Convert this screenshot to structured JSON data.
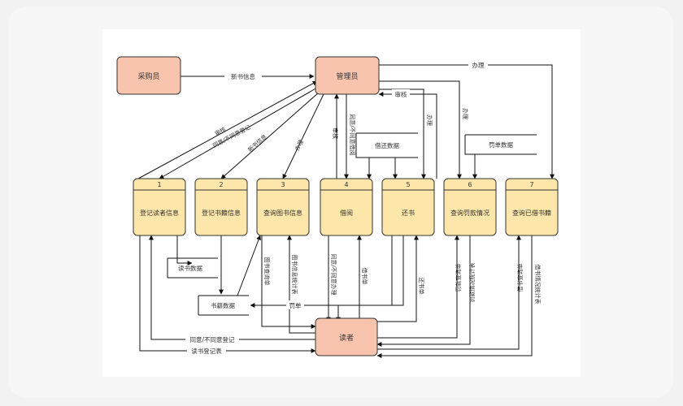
{
  "entities": {
    "purchaser": "采购员",
    "admin": "管理员",
    "reader": "读者"
  },
  "processes": [
    {
      "num": "1",
      "label": "登记读者信息"
    },
    {
      "num": "2",
      "label": "登记书籍信息"
    },
    {
      "num": "3",
      "label": "查询图书信息"
    },
    {
      "num": "4",
      "label": "借阅"
    },
    {
      "num": "5",
      "label": "还书"
    },
    {
      "num": "6",
      "label": "查询罚款情况"
    },
    {
      "num": "7",
      "label": "查询已借书籍"
    }
  ],
  "stores": {
    "reader_data": "读书数据",
    "book_data": "书籍数据",
    "borrow_data": "借还数据",
    "fine_data": "罚单数据"
  },
  "flows": {
    "new_book_info_purchaser": "新书信息",
    "handle_top": "办理",
    "audit_right": "审核",
    "handle_5": "办理",
    "handle_6": "办理",
    "audit_1": "审核",
    "agree_1": "同意/不同意登记",
    "new_book_info_2": "新书信息",
    "handle_3": "办理",
    "audit_4": "审核",
    "borrow_reply": "同意/不同意借阅",
    "query_3_req": "图书查询单",
    "query_3_res": "图书信息统计表",
    "borrow_4_res": "同意/不同意办理",
    "borrow_4_req": "借书单",
    "return_5": "还书单",
    "fine_6_res": "罚款情况统计表",
    "fine_6_req": "罚款查询单",
    "borrowed_7_req": "借书查询单",
    "borrowed_7_res": "借书情况统计表",
    "fine_slip": "罚单",
    "agree_bottom": "同意/不同意登记",
    "register_table": "读书登记表"
  }
}
